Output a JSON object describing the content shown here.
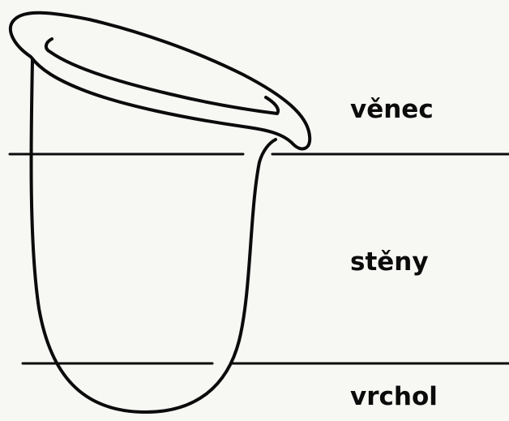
{
  "diagram": {
    "regions": [
      {
        "id": "venec",
        "label": "věnec"
      },
      {
        "id": "steny",
        "label": "stěny"
      },
      {
        "id": "vrchol",
        "label": "vrchol"
      }
    ],
    "colors": {
      "ink": "#0b0b0b",
      "paper": "#f7f7f4"
    }
  }
}
